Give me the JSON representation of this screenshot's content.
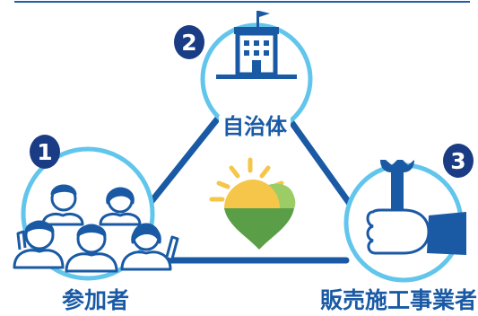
{
  "nodes": [
    {
      "id": "participants",
      "number": "1",
      "label": "参加者",
      "icon": "people-group-icon"
    },
    {
      "id": "municipality",
      "number": "2",
      "label": "自治体",
      "icon": "building-icon"
    },
    {
      "id": "contractors",
      "number": "3",
      "label": "販売施工事業者",
      "icon": "wrench-hand-icon"
    }
  ],
  "center_icon": "heart-sunrise-icon",
  "colors": {
    "primary_blue": "#1a5aa5",
    "badge_navy": "#1a3c84",
    "circle_outline": "#61c5ec",
    "sun_yellow": "#f6c64a",
    "leaf_green": "#5a9e47",
    "light_green": "#9ccc65"
  }
}
